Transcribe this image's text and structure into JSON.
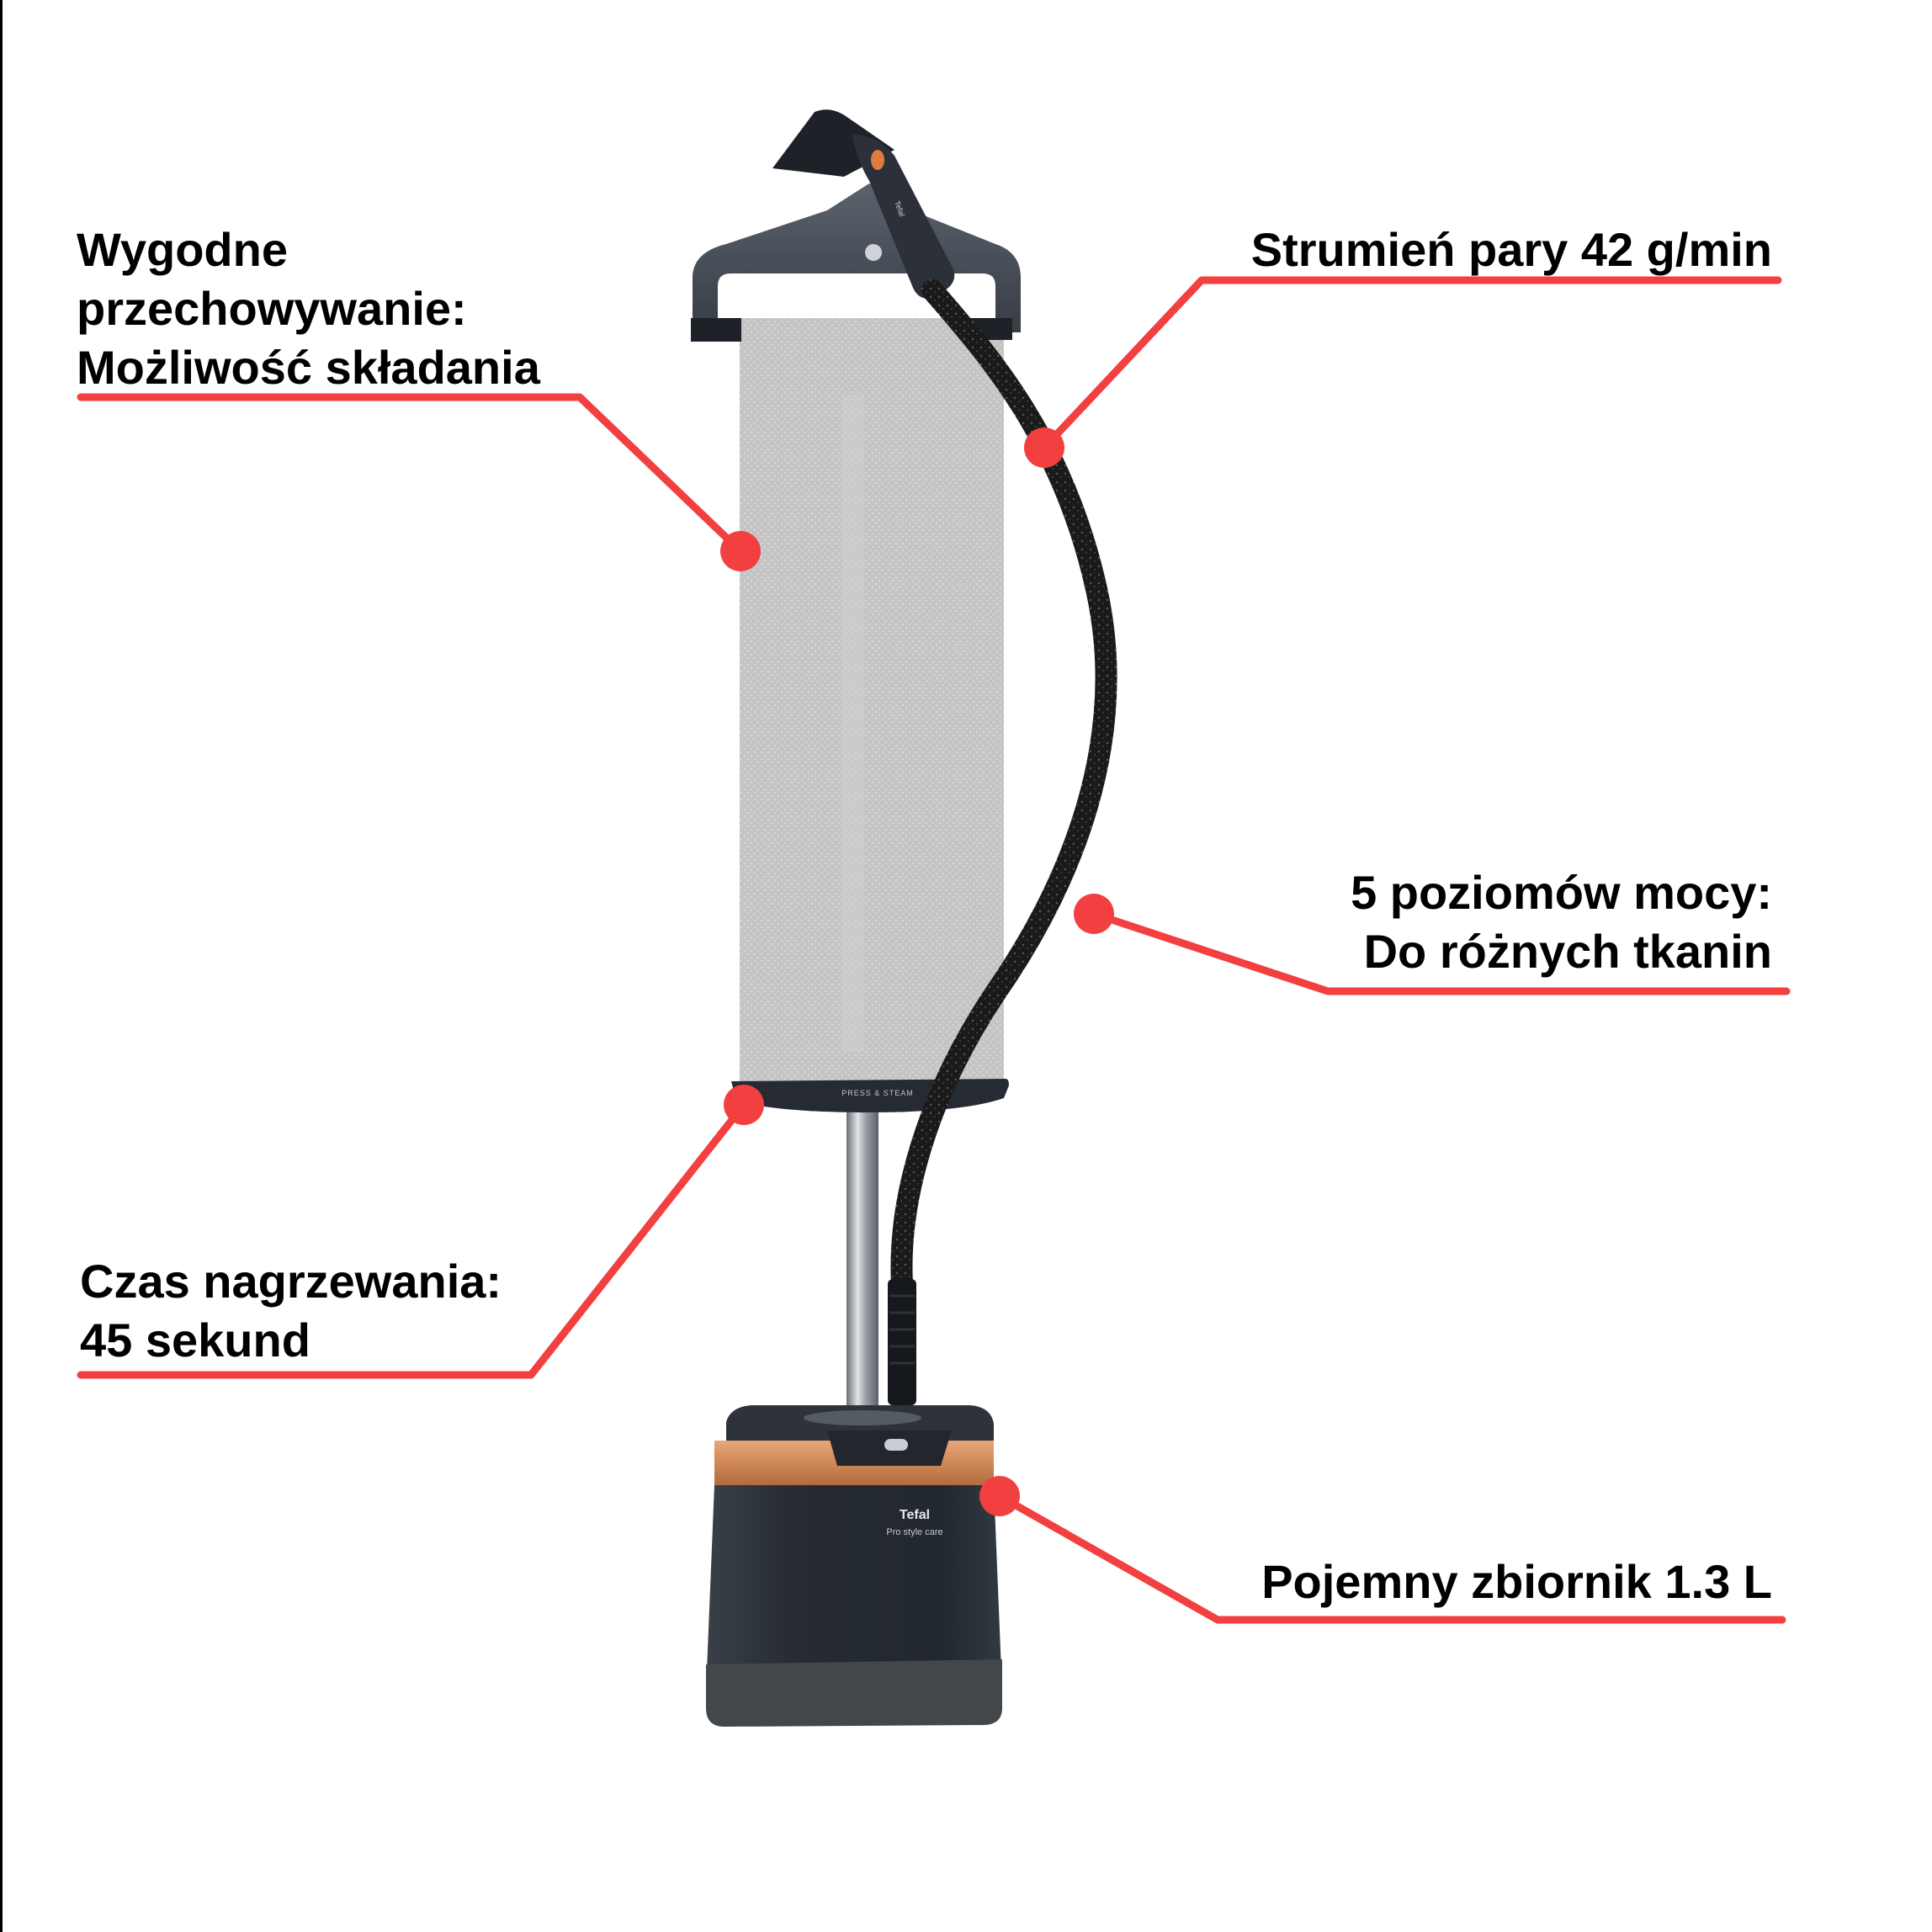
{
  "colors": {
    "callout": "#f24040",
    "text": "#000000",
    "background": "#ffffff",
    "body_dark": "#262b33",
    "copper": "#d08a5a",
    "board": "#c2c2c2",
    "base_bottom": "#44474a"
  },
  "callouts": [
    {
      "id": "storage",
      "lines": [
        "Wygodne",
        "przechowywanie:",
        "Możliwość składania"
      ],
      "side": "left"
    },
    {
      "id": "steam",
      "lines": [
        "Strumień pary 42 g/min"
      ],
      "side": "right"
    },
    {
      "id": "power",
      "lines": [
        "5 poziomów mocy:",
        "Do różnych tkanin"
      ],
      "side": "right"
    },
    {
      "id": "heatup",
      "lines": [
        "Czas nagrzewania:",
        "45 sekund"
      ],
      "side": "left"
    },
    {
      "id": "tank",
      "lines": [
        "Pojemny zbiornik 1.3 L"
      ],
      "side": "right"
    }
  ],
  "product": {
    "board_label": "PRESS & STEAM",
    "brand": "Tefal",
    "model": "Pro style care",
    "handle_brand": "Tefal"
  }
}
